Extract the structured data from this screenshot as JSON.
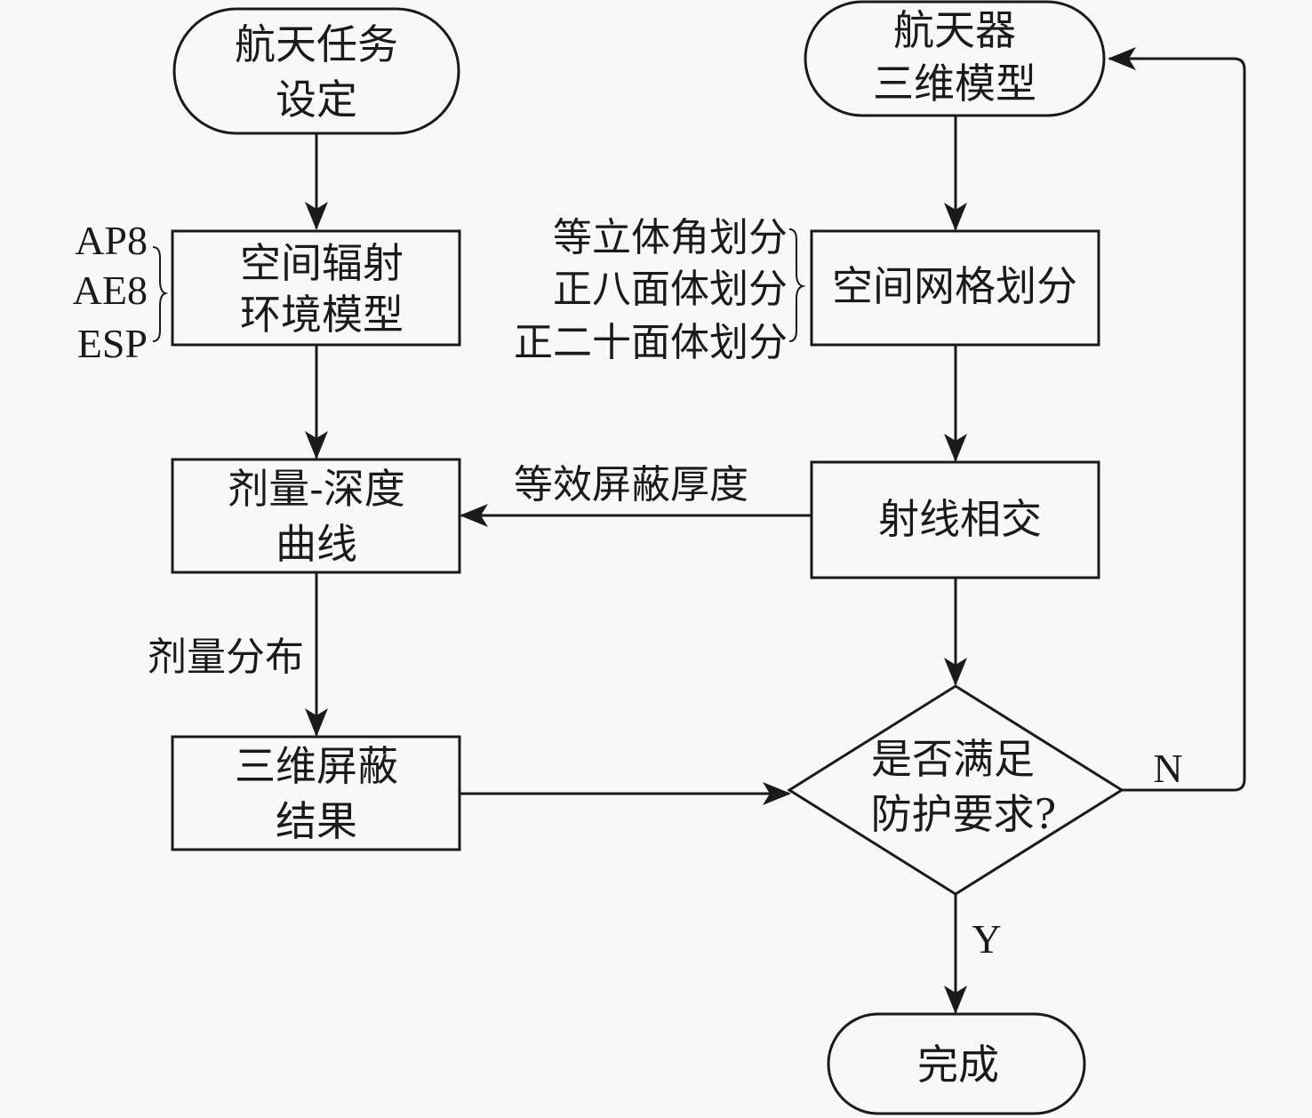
{
  "diagram": {
    "type": "flowchart",
    "nodes": {
      "mission": {
        "shape": "terminal",
        "lines": [
          "航天任务",
          "设定"
        ]
      },
      "env_model": {
        "shape": "process",
        "lines": [
          "空间辐射",
          "环境模型"
        ]
      },
      "dose_depth": {
        "shape": "process",
        "lines": [
          "剂量-深度",
          "曲线"
        ]
      },
      "shield_result": {
        "shape": "process",
        "lines": [
          "三维屏蔽",
          "结果"
        ]
      },
      "spacecraft_model": {
        "shape": "terminal",
        "lines": [
          "航天器",
          "三维模型"
        ]
      },
      "grid": {
        "shape": "process",
        "lines": [
          "空间网格划分"
        ]
      },
      "ray": {
        "shape": "process",
        "lines": [
          "射线相交"
        ]
      },
      "decision": {
        "shape": "decision",
        "lines": [
          "是否满足",
          "防护要求?"
        ]
      },
      "done": {
        "shape": "terminal",
        "lines": [
          "完成"
        ]
      }
    },
    "annotations": {
      "env_models": [
        "AP8",
        "AE8",
        "ESP"
      ],
      "grid_methods": [
        "等立体角划分",
        "正八面体划分",
        "正二十面体划分"
      ],
      "equiv_thickness": "等效屏蔽厚度",
      "dose_distribution": "剂量分布",
      "no_label": "N",
      "yes_label": "Y"
    },
    "edges": [
      {
        "from": "mission",
        "to": "env_model"
      },
      {
        "from": "env_model",
        "to": "dose_depth"
      },
      {
        "from": "dose_depth",
        "to": "shield_result",
        "label": "剂量分布"
      },
      {
        "from": "shield_result",
        "to": "decision"
      },
      {
        "from": "spacecraft_model",
        "to": "grid"
      },
      {
        "from": "grid",
        "to": "ray"
      },
      {
        "from": "ray",
        "to": "dose_depth",
        "label": "等效屏蔽厚度"
      },
      {
        "from": "ray",
        "to": "decision"
      },
      {
        "from": "decision",
        "to": "spacecraft_model",
        "label": "N"
      },
      {
        "from": "decision",
        "to": "done",
        "label": "Y"
      }
    ]
  }
}
